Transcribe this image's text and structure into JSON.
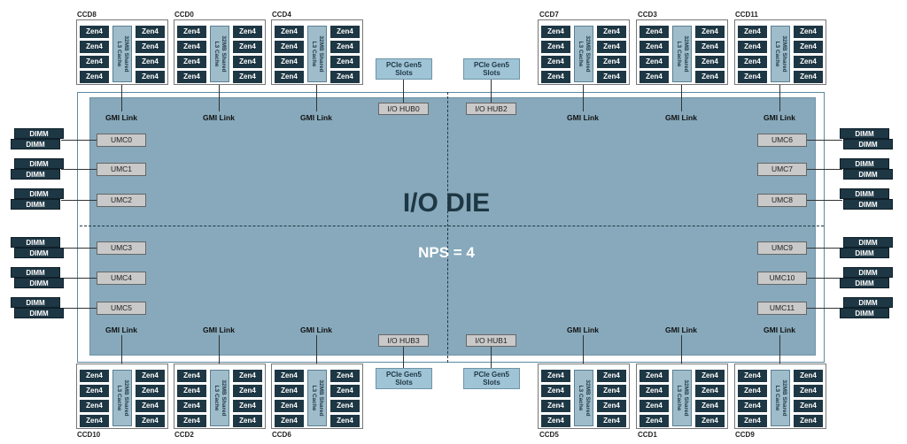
{
  "die": {
    "title": "I/O DIE",
    "nps": "NPS = 4"
  },
  "labels": {
    "zen": "Zen4",
    "l3": "32MB Shared\nL3 Cache",
    "gmi": "GMI Link",
    "dimm": "DIMM",
    "pcie_line1": "PCIe Gen5",
    "pcie_line2": "Slots"
  },
  "ccds_top": [
    "CCD8",
    "CCD0",
    "CCD4",
    "CCD7",
    "CCD3",
    "CCD11"
  ],
  "ccds_bottom": [
    "CCD10",
    "CCD2",
    "CCD6",
    "CCD5",
    "CCD1",
    "CCD9"
  ],
  "io_hubs": {
    "top_left": "I/O HUB0",
    "top_right": "I/O HUB2",
    "bottom_left": "I/O HUB3",
    "bottom_right": "I/O HUB1"
  },
  "umc_left": [
    "UMC0",
    "UMC1",
    "UMC2",
    "UMC3",
    "UMC4",
    "UMC5"
  ],
  "umc_right": [
    "UMC6",
    "UMC7",
    "UMC8",
    "UMC9",
    "UMC10",
    "UMC11"
  ]
}
